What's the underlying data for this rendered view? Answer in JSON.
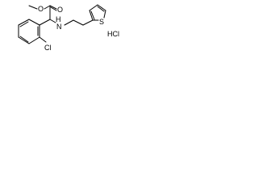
{
  "structure": {
    "labels": {
      "ester_oxygen_single": "O",
      "ester_oxygen_double": "O",
      "amine": "H",
      "amine_n": "N",
      "sulfur": "S",
      "chlorine": "Cl",
      "salt": "HCl"
    }
  }
}
